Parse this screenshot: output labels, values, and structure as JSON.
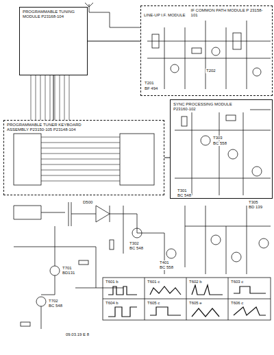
{
  "diagram": {
    "nodes": [
      {
        "text": [
          "PROGRAMMABLE TUNING MODULE P23168-104"
        ]
      },
      {
        "text": [
          "LINE-UP I.F. MODULE",
          "IF COMMON PATH MODULE P 23158-101"
        ]
      },
      {
        "text": [
          "PROGRAMMABLE TUNER KEYBOARD ASSEMBLY P23150-105 P23148-104"
        ]
      },
      {
        "text": [
          "SYNC PROCESSING MODULE P23160-102"
        ]
      }
    ],
    "edges": [
      {
        "from": 0,
        "to": 2,
        "arrow": "none"
      },
      {
        "from": 0,
        "to": 1,
        "arrow": "none"
      },
      {
        "from": 2,
        "to": 3,
        "arrow": "none"
      }
    ],
    "labels": [
      "T201",
      "BF 494",
      "T202",
      "T301",
      "BC 548",
      "T303",
      "BC 558",
      "T305",
      "BD 139",
      "T302",
      "BC 548",
      "T401",
      "BC 558",
      "T701",
      "BD131",
      "T702",
      "BC 548",
      "D500",
      "09.03.19 E 8",
      "T601 b",
      "T601 c",
      "T602 b",
      "T603 c",
      "T604 b",
      "T605 c",
      "T605 e",
      "T606 c"
    ]
  }
}
